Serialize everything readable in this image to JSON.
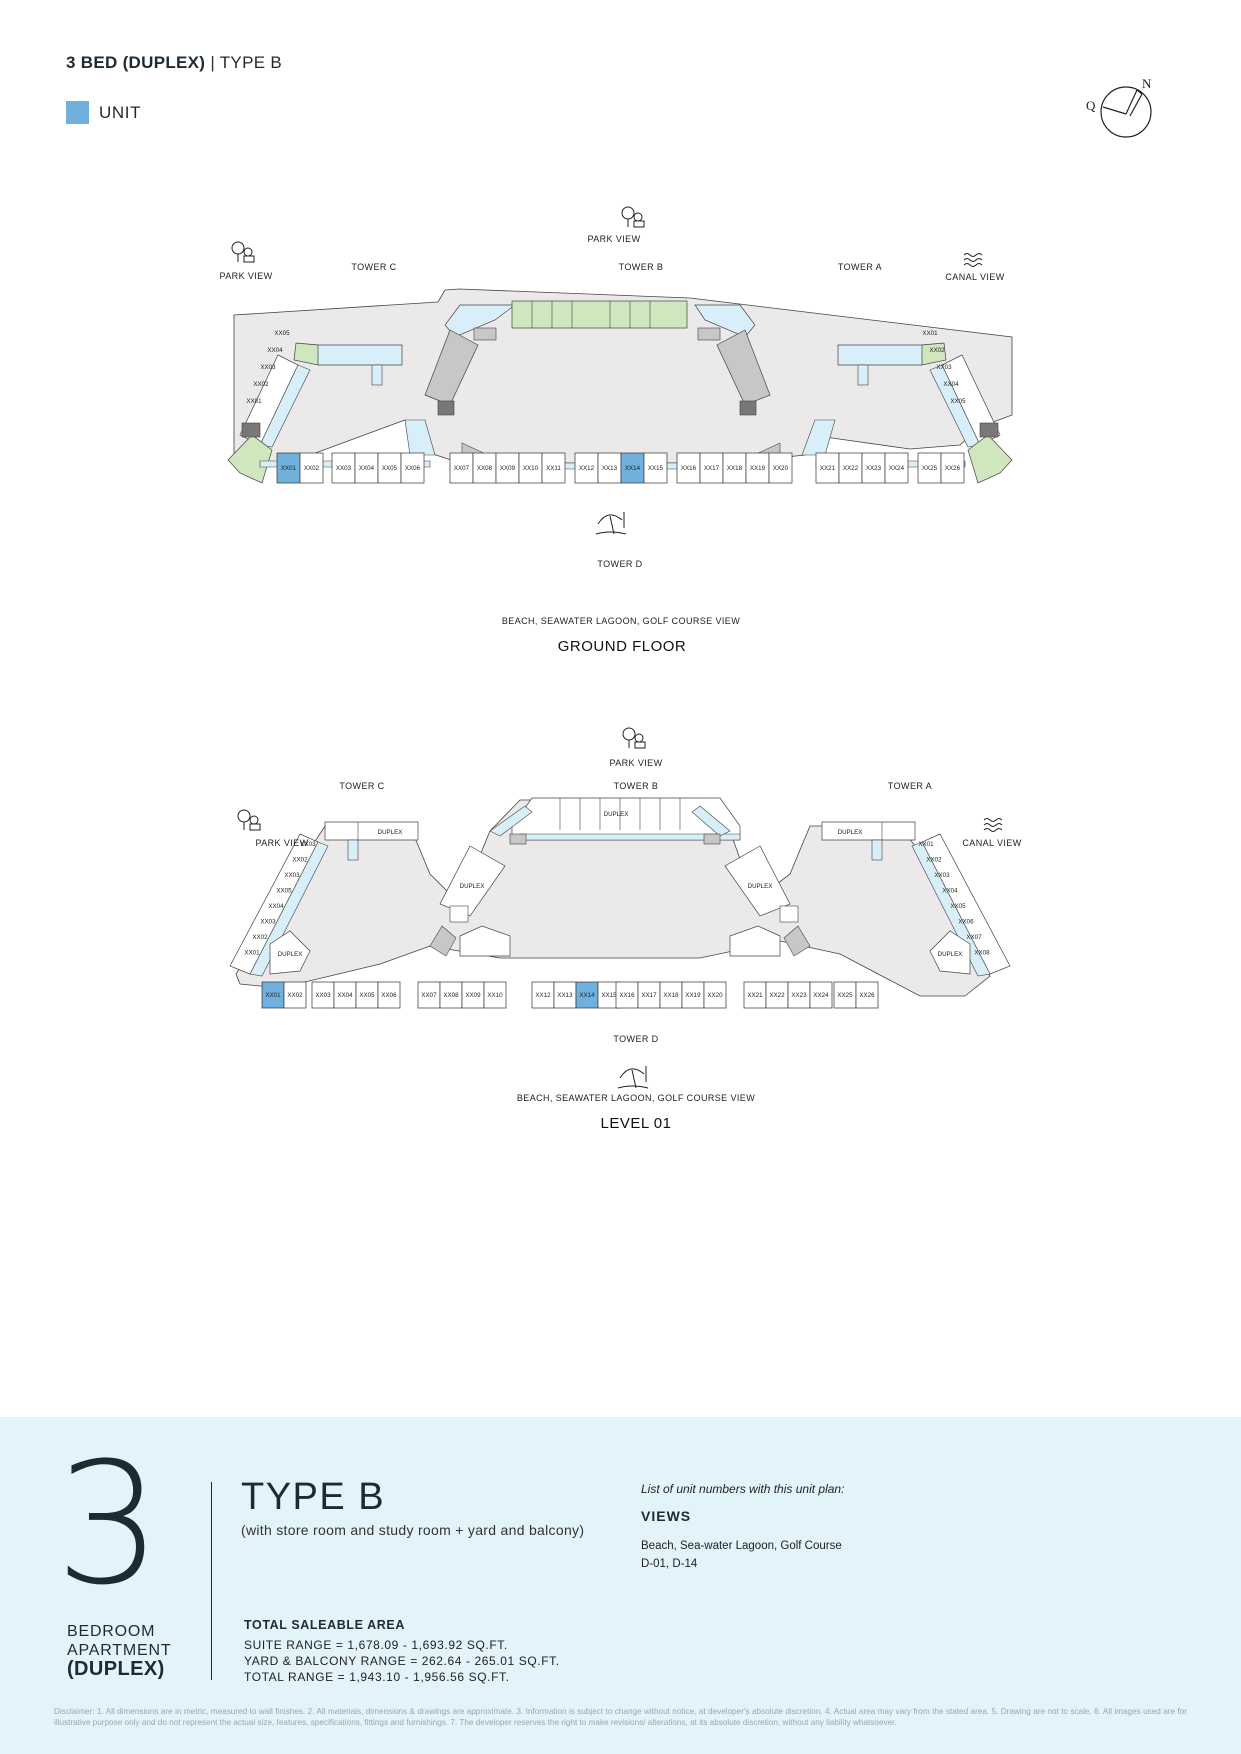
{
  "header": {
    "title_bold": "3 BED (DUPLEX)",
    "separator": "|",
    "title_rest": "TYPE B"
  },
  "legend": {
    "label": "UNIT",
    "color": "#6fb0dd"
  },
  "compass": {
    "n_label": "N",
    "q_label": "Q"
  },
  "ground_floor": {
    "name": "GROUND FLOOR",
    "park_view_top": "PARK VIEW",
    "park_view_left": "PARK VIEW",
    "canal_view": "CANAL VIEW",
    "tower_c": "TOWER C",
    "tower_b": "TOWER B",
    "tower_a": "TOWER A",
    "tower_d": "TOWER D",
    "bottom_view": "BEACH, SEAWATER LAGOON, GOLF COURSE VIEW",
    "tower_c_side_units": [
      "XX05",
      "XX04",
      "XX03",
      "XX02",
      "XX01"
    ],
    "tower_a_side_units": [
      "XX01",
      "XX02",
      "XX03",
      "XX04",
      "XX05"
    ],
    "tower_d_units": [
      "XX01",
      "XX02",
      "XX03",
      "XX04",
      "XX05",
      "XX06",
      "XX07",
      "XX08",
      "XX09",
      "XX10",
      "XX11",
      "XX12",
      "XX13",
      "XX14",
      "XX15",
      "XX16",
      "XX17",
      "XX18",
      "XX19",
      "XX20",
      "XX21",
      "XX22",
      "XX23",
      "XX24",
      "XX25",
      "XX26"
    ]
  },
  "level_01": {
    "name": "LEVEL 01",
    "park_view_top": "PARK VIEW",
    "park_view_left": "PARK VIEW",
    "canal_view": "CANAL VIEW",
    "tower_c": "TOWER C",
    "tower_b": "TOWER B",
    "tower_a": "TOWER A",
    "tower_d": "TOWER D",
    "bottom_view": "BEACH, SEAWATER LAGOON, GOLF COURSE VIEW",
    "duplex_label": "DUPLEX",
    "tower_c_side_units": [
      "XX03",
      "XX02",
      "XX03",
      "XX05",
      "XX04",
      "XX03",
      "XX02",
      "XX01"
    ],
    "tower_a_side_units": [
      "XX01",
      "XX02",
      "XX03",
      "XX04",
      "XX05",
      "XX06",
      "XX07",
      "XX08"
    ],
    "tower_d_units": [
      "XX01",
      "XX02",
      "XX03",
      "XX04",
      "XX05",
      "XX06",
      "XX07",
      "XX08",
      "XX09",
      "XX10",
      "XX12",
      "XX13",
      "XX14",
      "XX15",
      "XX16",
      "XX17",
      "XX18",
      "XX19",
      "XX20",
      "XX21",
      "XX22",
      "XX23",
      "XX24",
      "XX25",
      "XX26"
    ]
  },
  "footer": {
    "bedroom_count": "3",
    "bedroom_line1": "BEDROOM",
    "bedroom_line2": "APARTMENT",
    "bedroom_line3": "(DUPLEX)",
    "type_title": "TYPE B",
    "type_subtitle": "(with store room and study room + yard and balcony)",
    "area_title": "TOTAL SALEABLE AREA",
    "suite_range": "SUITE RANGE = 1,678.09 - 1,693.92 SQ.FT.",
    "yard_range": "YARD & BALCONY RANGE = 262.64 - 265.01 SQ.FT.",
    "total_range": "TOTAL RANGE = 1,943.10 - 1,956.56 SQ.FT.",
    "list_intro": "List of unit numbers with this unit plan:",
    "views_title": "VIEWS",
    "views_desc": "Beach, Sea-water Lagoon, Golf Course",
    "views_units": "D-01, D-14",
    "disclaimer": "Disclaimer: 1. All dimensions are in metric, measured to wall finishes. 2. All materials, dimensions & drawings are approximate. 3. Information is subject to change without notice, at developer's absolute discretion. 4. Actual area may vary from the stated area. 5. Drawing are not to scale. 6. All images used are for illustrative purpose only and do not represent the actual size, features, specifications, fittings and furnishings. 7. The developer reserves the right to make revisions/ alterations, at its absolute discretion, without any liability whatsoever."
  },
  "colors": {
    "highlight": "#6fb0dd",
    "courtyard": "#ebe9e9",
    "corridor": "#d8eef8",
    "green": "#cfe6bf",
    "core": "#c9c6c6",
    "footer_bg": "#e2f3fa"
  }
}
